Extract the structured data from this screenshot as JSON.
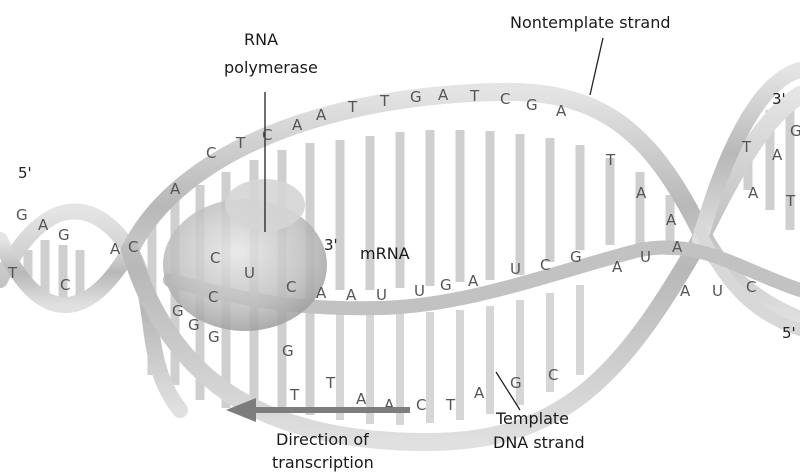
{
  "labels": {
    "nontemplate_strand": "Nontemplate strand",
    "rna_polymerase_line1": "RNA",
    "rna_polymerase_line2": "polymerase",
    "mrna": "mRNA",
    "template_line1": "Template",
    "template_line2": "DNA strand",
    "direction_line1": "Direction of",
    "direction_line2": "transcription"
  },
  "ends": {
    "left_top_5prime": "5'",
    "right_top_3prime": "3'",
    "right_bottom_5prime": "5'",
    "mrna_3prime": "3'"
  },
  "bases": {
    "nontemplate": [
      "C",
      "T",
      "C",
      "A",
      "A",
      "T",
      "T",
      "G",
      "A",
      "T",
      "C",
      "G",
      "A",
      "T",
      "A",
      "A"
    ],
    "mrna": [
      "C",
      "U",
      "C",
      "A",
      "A",
      "U",
      "U",
      "G",
      "A",
      "U",
      "C",
      "G",
      "A",
      "U",
      "A"
    ],
    "template": [
      "G",
      "G",
      "T",
      "T",
      "A",
      "A",
      "C",
      "T",
      "A",
      "G",
      "C"
    ],
    "right_tail": [
      "A",
      "U",
      "C"
    ],
    "left_helix": [
      "G",
      "A",
      "G",
      "A",
      "C",
      "A",
      "T",
      "C"
    ],
    "right_helix": [
      "T",
      "A",
      "G",
      "A",
      "T"
    ],
    "under_polymerase": [
      "C",
      "G",
      "G"
    ]
  },
  "colors": {
    "strand": "#c9c9c9",
    "strand_edge": "#8a8a8a",
    "polymerase": "#b9b9b9",
    "arrow": "#7d7d7d",
    "text": "#1a1a1a"
  }
}
